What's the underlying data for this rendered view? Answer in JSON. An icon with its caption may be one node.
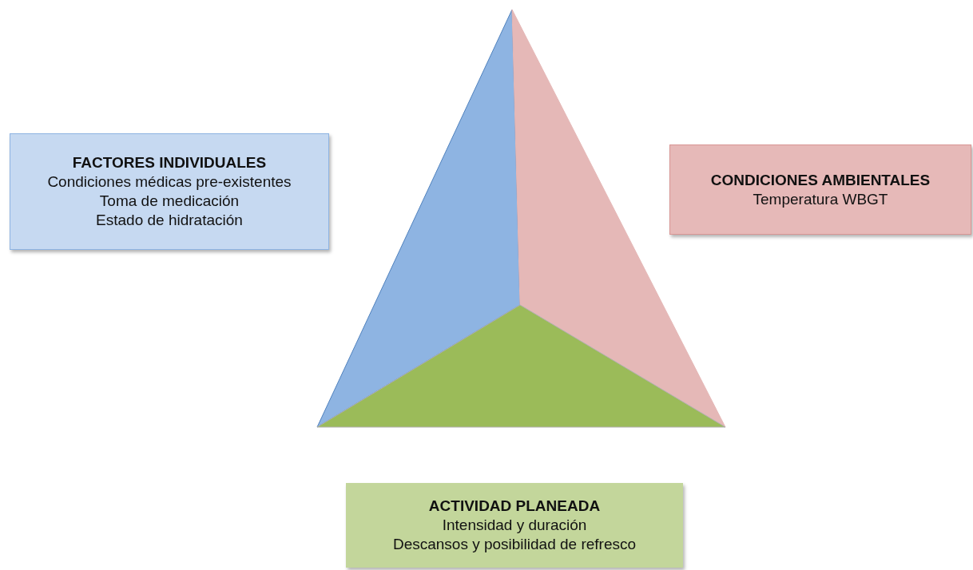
{
  "diagram": {
    "nodes": [
      {
        "text": [
          "FACTORES INDIVIDUALES",
          "Condiciones médicas pre-existentes",
          "Toma de medicación",
          "Estado de hidratación"
        ]
      },
      {
        "text": [
          "CONDICIONES AMBIENTALES",
          "Temperatura WBGT"
        ]
      },
      {
        "text": [
          "ACTIVIDAD PLANEADA",
          "Intensidad y duración",
          "Descansos y posibilidad de refresco"
        ]
      }
    ]
  }
}
